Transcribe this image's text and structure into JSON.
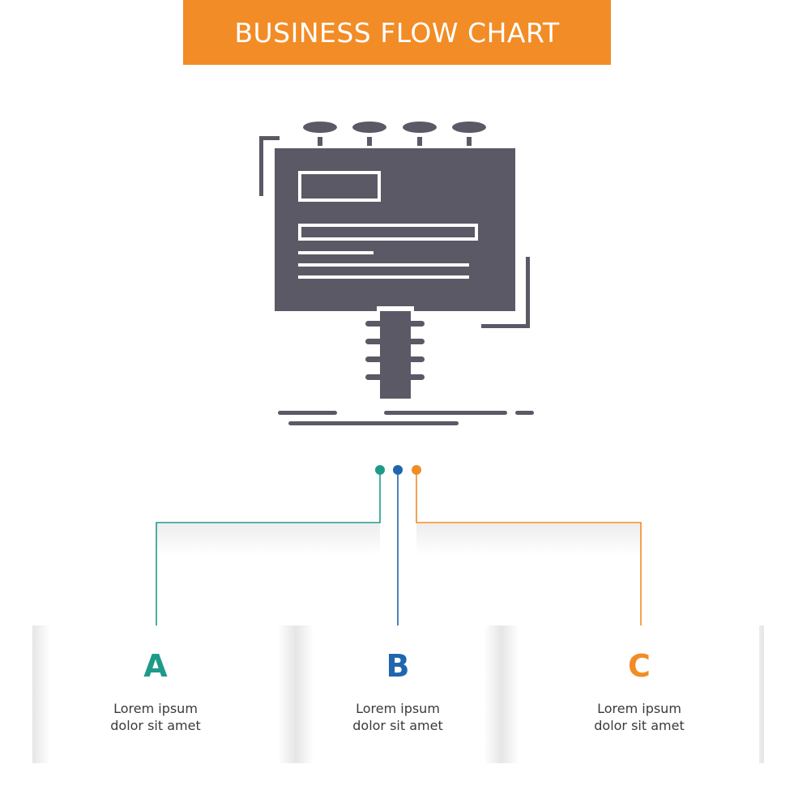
{
  "header": {
    "title": "BUSINESS FLOW CHART"
  },
  "colors": {
    "banner": "#f28c26",
    "teal": "#1e9a8a",
    "blue": "#1f66ae",
    "orange": "#f28c26",
    "icon": "#5b5965",
    "text": "#3a3a3a"
  },
  "icon": {
    "name": "billboard-icon"
  },
  "steps": [
    {
      "letter": "A",
      "line1": "Lorem ipsum",
      "line2": "dolor sit amet"
    },
    {
      "letter": "B",
      "line1": "Lorem ipsum",
      "line2": "dolor sit amet"
    },
    {
      "letter": "C",
      "line1": "Lorem ipsum",
      "line2": "dolor sit amet"
    }
  ]
}
